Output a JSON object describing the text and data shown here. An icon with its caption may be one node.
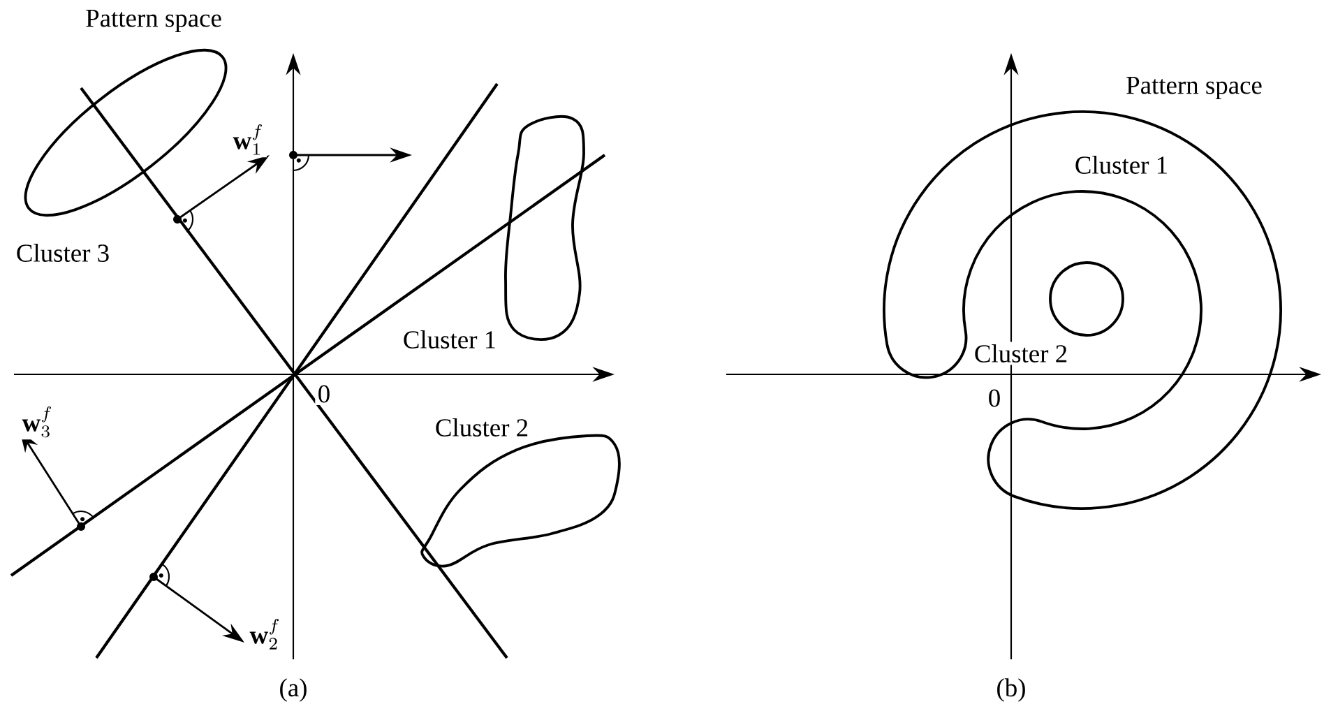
{
  "diagram": {
    "labels": [
      "Pattern space",
      "\\mathbf{w}_1^f",
      "Cluster 3",
      "Cluster 1",
      "0",
      "\\mathbf{w}_3^f",
      "Cluster 2",
      "\\mathbf{w}_2^f",
      "(a)",
      "Pattern space",
      "Cluster 1",
      "Cluster 2",
      "0",
      "(b)"
    ]
  }
}
